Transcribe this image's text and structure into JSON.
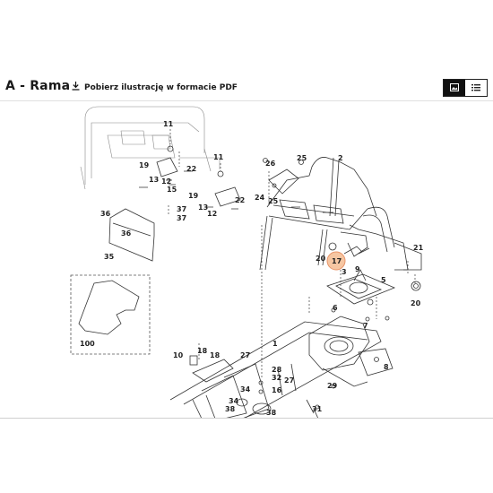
{
  "header": {
    "title": "A - Rama",
    "download_label": "Pobierz ilustrację w formacie PDF",
    "download_icon": "download-icon",
    "view_toggle": {
      "image_view_icon": "image-icon",
      "list_view_icon": "list-icon",
      "active": "image"
    }
  },
  "colors": {
    "highlight_fill": "#f6c6a2",
    "highlight_stroke": "#e8956a",
    "line": "#333333"
  },
  "diagram": {
    "highlighted_part": "17",
    "labels": {
      "l11a": "11",
      "l19a": "19",
      "l13a": "13",
      "l12a": "12",
      "l22a": "22",
      "l15a": "15",
      "l11b": "11",
      "l19b": "19",
      "l13b": "13",
      "l12b": "12",
      "l22b": "22",
      "l36a": "36",
      "l36b": "36",
      "l37a": "37",
      "l37b": "37",
      "l35": "35",
      "l100": "100",
      "l26": "26",
      "l25a": "25",
      "l25b": "25",
      "l24": "24",
      "l2": "2",
      "l21": "21",
      "l20a": "20",
      "l17": "17",
      "l3": "3",
      "l9": "9",
      "l5": "5",
      "l20b": "20",
      "l1": "1",
      "l6": "6",
      "l7": "7",
      "l8": "8",
      "l10": "10",
      "l18a": "18",
      "l18b": "18",
      "l27a": "27",
      "l27b": "27",
      "l28": "28",
      "l32": "32",
      "l16": "16",
      "l29": "29",
      "l34a": "34",
      "l34b": "34",
      "l38a": "38",
      "l38b": "38",
      "l31": "31"
    }
  }
}
